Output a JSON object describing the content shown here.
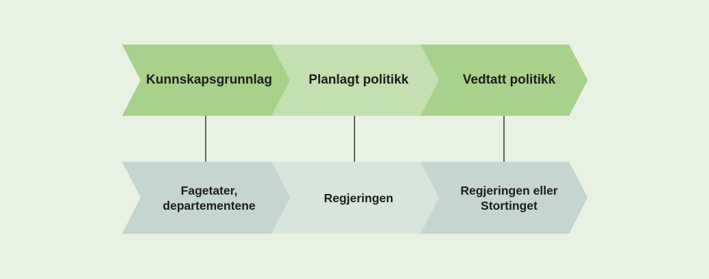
{
  "colors": {
    "background": "#e8f2e3",
    "top_dark": "#a8d18c",
    "top_light": "#c4e0b0",
    "bottom_dark": "#c5d6d0",
    "bottom_light": "#d8e5dd",
    "connector": "#333333"
  },
  "stages": [
    {
      "top": "Kunnskapsgrunnlag",
      "bottom": "Fagetater,\ndepartementene"
    },
    {
      "top": "Planlagt politikk",
      "bottom": "Regjeringen"
    },
    {
      "top": "Vedtatt politikk",
      "bottom": "Regjeringen eller\nStortinget"
    }
  ]
}
